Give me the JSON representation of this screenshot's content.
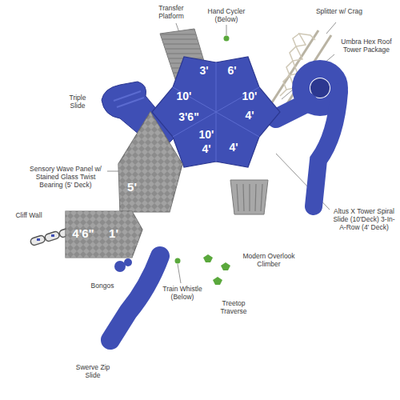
{
  "diagram": {
    "nodes": [
      {
        "text": [
          "3'",
          "6'",
          "10'",
          "10'",
          "3'6\"",
          "4'",
          "10'",
          "4'",
          "4'"
        ]
      },
      {
        "text": [
          "5'"
        ]
      },
      {
        "text": [
          "4'6\"",
          "1'"
        ]
      }
    ],
    "labels": [
      "Transfer Platform",
      "Hand Cycler (Below)",
      "Splitter w/ Crag",
      "Umbra Hex Roof Tower Package",
      "Triple Slide",
      "Sensory Wave Panel w/ Stained Glass Twist Bearing (5' Deck)",
      "Altus X Tower Spiral Slide (10'Deck) 3-In-A-Row (4' Deck)",
      "Cliff Wall",
      "Modern Overlook Climber",
      "Bongos",
      "Train Whistle (Below)",
      "Treetop Traverse",
      "Swerve Zip Slide"
    ]
  }
}
